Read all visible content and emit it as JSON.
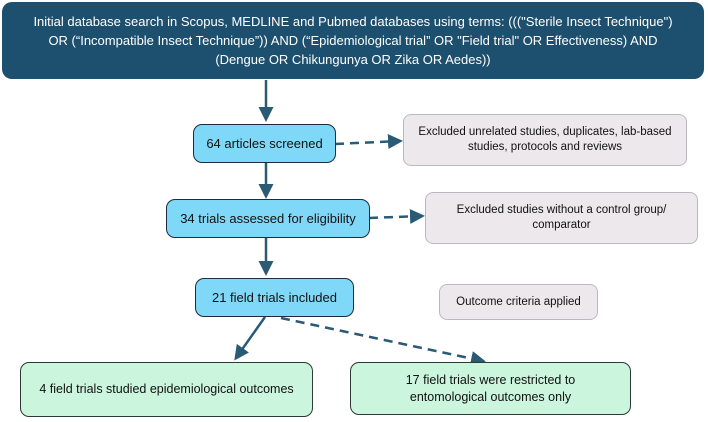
{
  "search": {
    "text": "Initial database search in Scopus, MEDLINE and Pubmed databases using terms: (((\"Sterile Insect Technique\") OR (“Incompatible Insect Technique”)) AND (“Epidemiological trial” OR \"Field trial\" OR Effectiveness) AND (Dengue OR Chikungunya OR Zika OR Aedes))"
  },
  "steps": {
    "screened": "64 articles screened",
    "eligibility": "34 trials assessed for eligibility",
    "included": "21 field trials included"
  },
  "exclusions": {
    "first": "Excluded unrelated studies, duplicates, lab-based studies, protocols and reviews",
    "second": "Excluded studies without a control group/ comparator"
  },
  "criteria": {
    "label": "Outcome criteria applied"
  },
  "outcomes": {
    "epidemiological": "4 field trials studied epidemiological outcomes",
    "entomological": "17 field trials were restricted to entomological outcomes only"
  },
  "colors": {
    "header_fill": "#1d4f6e",
    "step_fill": "#80d8f8",
    "exclusion_fill": "#ece8ec",
    "outcome_fill": "#ccf5dd",
    "arrow": "#2b5a75"
  }
}
